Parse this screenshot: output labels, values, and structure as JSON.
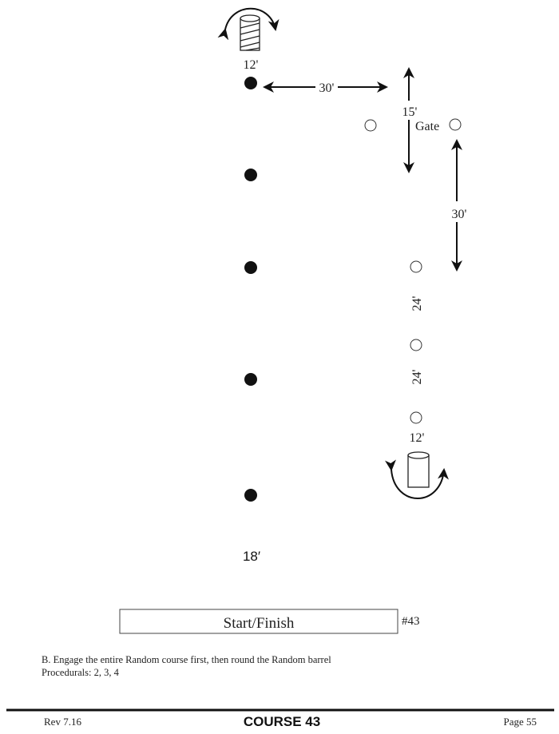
{
  "diagram": {
    "labels": {
      "top_barrel_distance": "12'",
      "horizontal_distance": "30'",
      "gate_height": "15'",
      "gate": "Gate",
      "right_vertical_distance": "30'",
      "spacing_1": "24'",
      "spacing_2": "24'",
      "bottom_barrel_distance": "12'",
      "start_distance": "18′"
    },
    "start_finish": "Start/Finish",
    "course_number": "#43"
  },
  "instructions": {
    "line1": "B. Engage the entire Random course first, then round the Random barrel",
    "line2": "Procedurals:  2, 3, 4"
  },
  "footer": {
    "revision": "Rev 7.16",
    "title": "COURSE 43",
    "page": "Page 55"
  }
}
